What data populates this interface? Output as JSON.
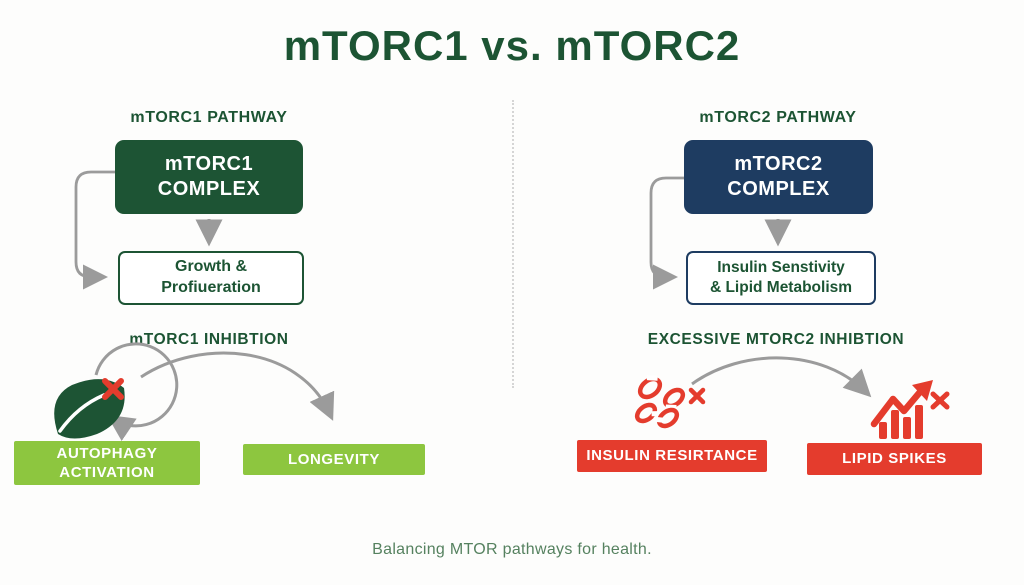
{
  "title": "mTORC1 vs. mTORC2",
  "left": {
    "header": "mTORC1 PATHWAY",
    "complex": [
      "mTORC1",
      "COMPLEX"
    ],
    "outcome": [
      "Growth &",
      "Profiueration"
    ],
    "inhibition": "mTORC1 INHIBTION",
    "result1": [
      "AUTOPHAGY",
      "ACTIVATION"
    ],
    "result2": "LONGEVITY"
  },
  "right": {
    "header": "mTORC2 PATHWAY",
    "complex": [
      "mTORC2",
      "COMPLEX"
    ],
    "outcome": [
      "Insulin Senstivity",
      "& Lipid Metabolism"
    ],
    "inhibition": "EXCESSIVE MTORC2 INHIBTION",
    "result1": "INSULIN RESIRTANCE",
    "result2": "LIPID SPIKES"
  },
  "footer": {
    "caption": "Balancing MTOR pathways for health."
  },
  "icons": {
    "left_inhibition": "leaf-icon",
    "left_blocked": "red-x-icon",
    "right_insulin": "broken-chain-icon",
    "right_lipid": "rising-chart-icon"
  },
  "colors": {
    "dark_green": "#1d5434",
    "header_green": "#1c5433",
    "navy": "#1e3c61",
    "lime": "#8dc63f",
    "red": "#e43c2d",
    "arrow_gray": "#9b9b9b",
    "caption_green": "#55815f",
    "divider_gray": "#cccccc"
  }
}
